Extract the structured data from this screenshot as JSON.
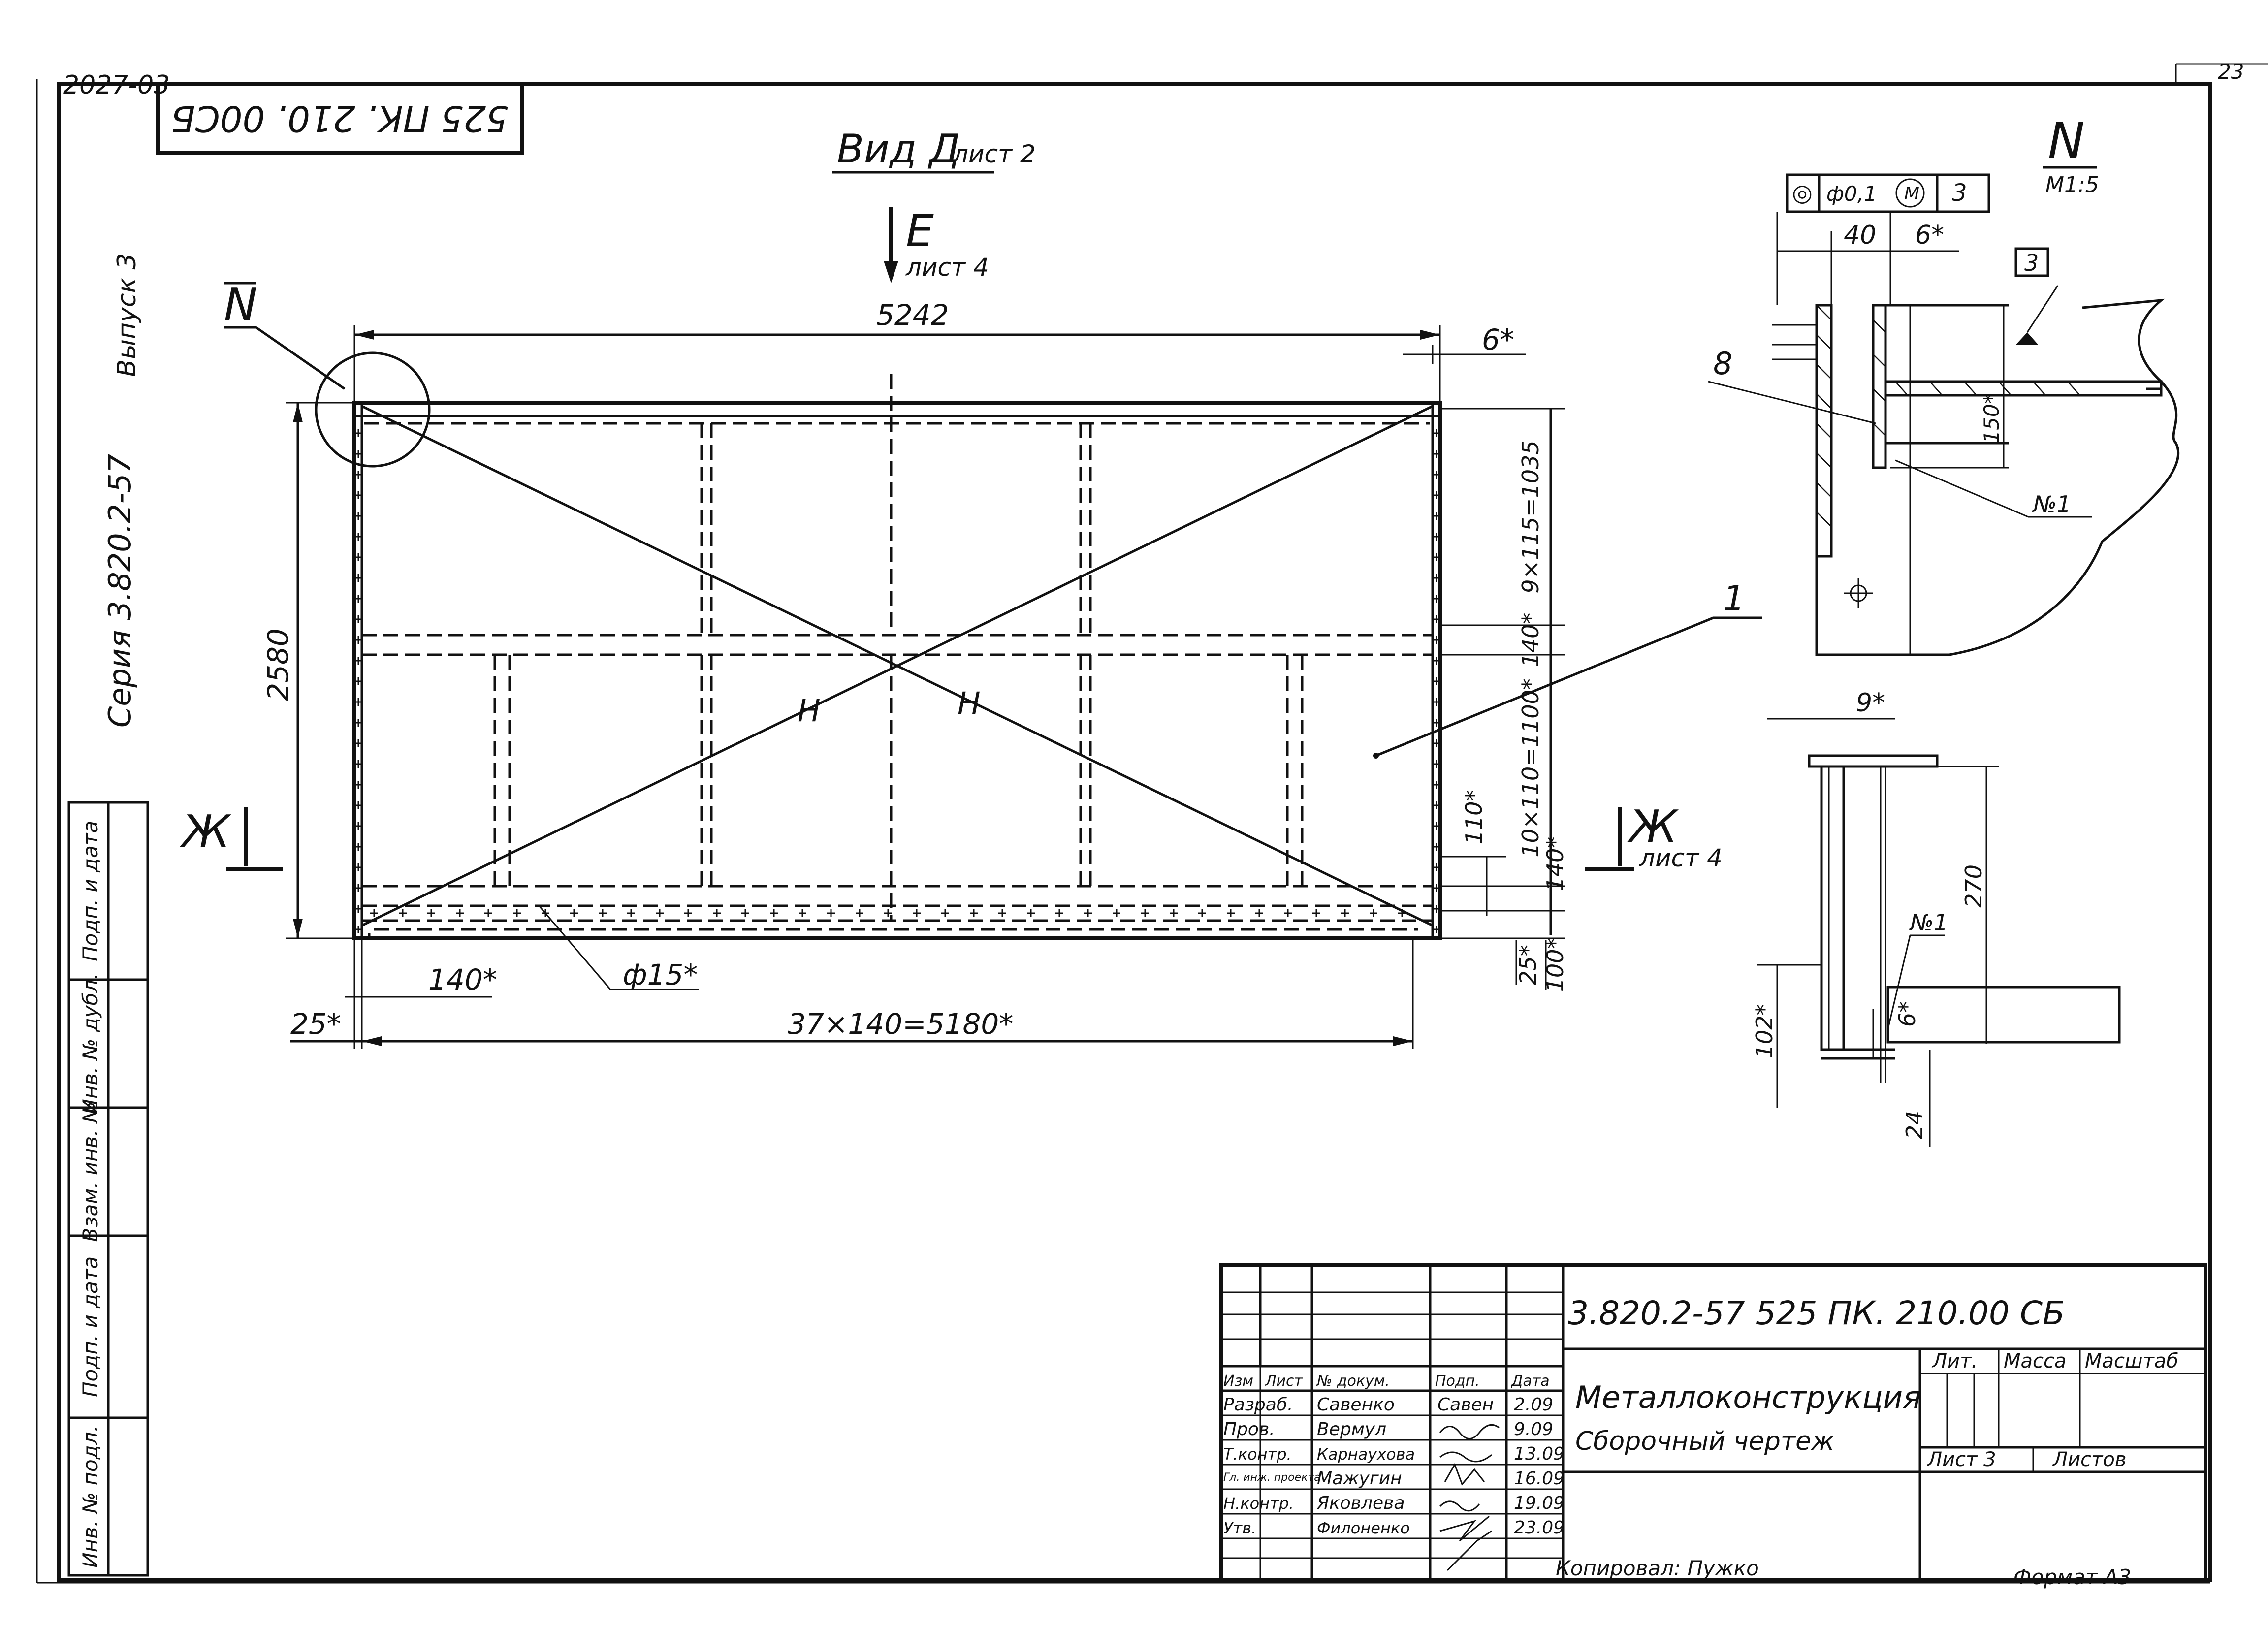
{
  "frame": {
    "archive_no": "2027-03",
    "page_no": "23",
    "stamp_rotated": "525 ПК. 210. 00СБ",
    "series": "Серия 3.820.2-57",
    "issue": "Выпуск 3"
  },
  "left_strip": [
    "Подп. и дата",
    "Инв. № дубл.",
    "Взам. инв. №",
    "Подп. и дата",
    "Инв. № подл."
  ],
  "main_view": {
    "title": "Вид Д",
    "title_sheet": "лист 2",
    "section_E": "Е",
    "section_E_sheet": "лист 4",
    "section_Zh": "Ж",
    "section_Zh_sheet": "лист 4",
    "detail_mark": "N",
    "dim_width": "5242",
    "dim_height": "2580",
    "dim_6": "6*",
    "dim_9x115": "9×115=1035",
    "dim_140a": "140*",
    "dim_10x110": "10×110=1100*",
    "dim_110": "110*",
    "dim_140b": "140*",
    "dim_25r": "25*",
    "dim_100": "100*",
    "dim_140c": "140*",
    "dim_phi15": "ф15*",
    "dim_25l": "25*",
    "dim_37x140": "37×140=5180*",
    "diag_label": "Н",
    "leader_1": "1"
  },
  "detail_N": {
    "title": "N",
    "scale": "М1:5",
    "tolerance": [
      "◎",
      "ф0,1",
      "M",
      "3"
    ],
    "dim_40": "40",
    "dim_6": "6*",
    "weld_box": "3",
    "leader_8": "8",
    "dim_150": "150*",
    "weld_no1": "№1"
  },
  "section_view": {
    "dim_9": "9*",
    "dim_270": "270",
    "weld_no1": "№1",
    "dim_102": "102*",
    "dim_6": "6*",
    "dim_24": "24"
  },
  "title_block": {
    "code": "3.820.2-57  525 ПК. 210.00 СБ",
    "headers": [
      "Изм",
      "Лист",
      "№ докум.",
      "Подп.",
      "Дата"
    ],
    "rows": [
      {
        "role": "Разраб.",
        "name": "Савенко",
        "sign": "Савен",
        "date": "2.09"
      },
      {
        "role": "Пров.",
        "name": "Вермул",
        "sign": "",
        "date": "9.09"
      },
      {
        "role": "Т.контр.",
        "name": "Карнаухова",
        "sign": "",
        "date": "13.09"
      },
      {
        "role": "Гл. инж. проекта",
        "name": "Мажугин",
        "sign": "",
        "date": "16.09"
      },
      {
        "role": "Н.контр.",
        "name": "Яковлева",
        "sign": "",
        "date": "19.09"
      },
      {
        "role": "Утв.",
        "name": "Филоненко",
        "sign": "",
        "date": "23.09"
      }
    ],
    "name_line1": "Металлоконструкция",
    "name_line2": "Сборочный чертеж",
    "lit": "Лит.",
    "mass": "Масса",
    "scale": "Масштаб",
    "sheet": "Лист 3",
    "sheets": "Листов",
    "copied": "Копировал: Пужко",
    "format": "Формат А3"
  }
}
